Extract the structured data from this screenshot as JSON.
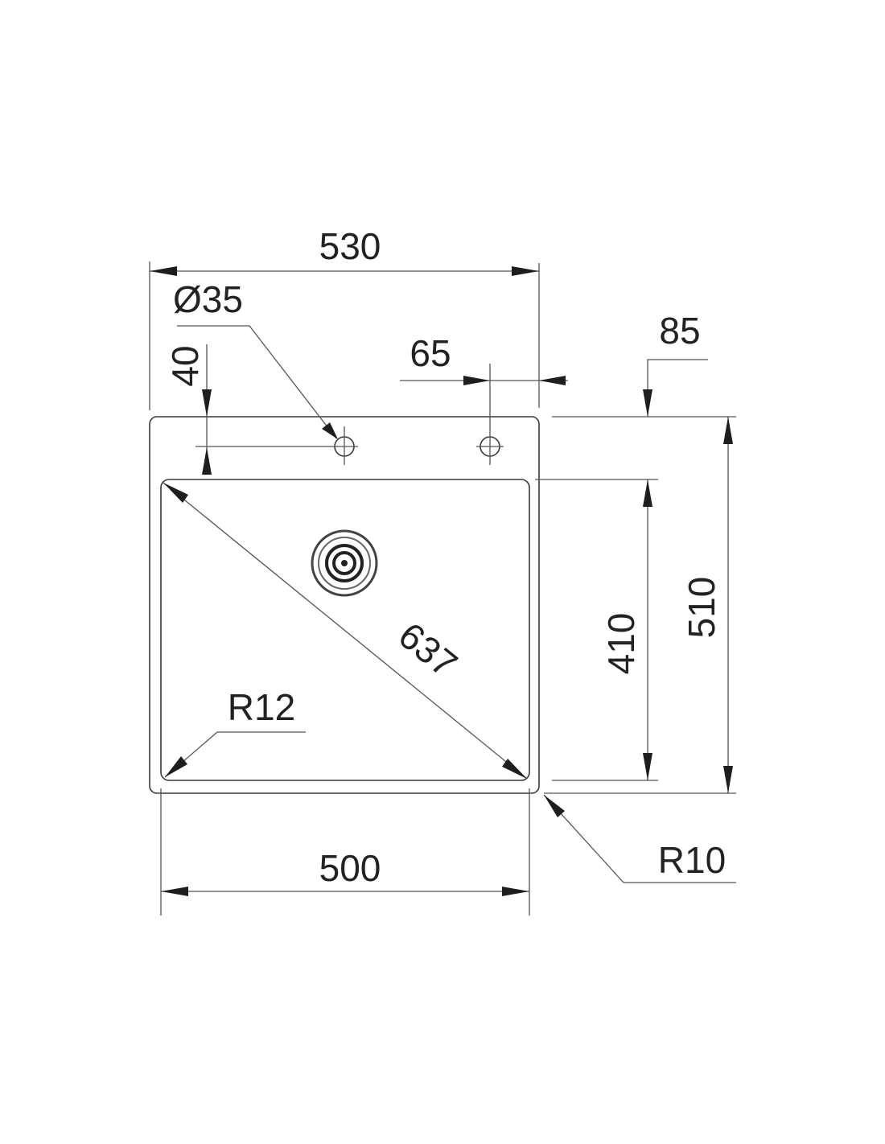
{
  "drawing": {
    "title": "Sink dimensions drawing",
    "labels": {
      "width_overall": "530",
      "tap_hole_diameter": "Ø35",
      "tap_hole_offset_top": "40",
      "tap_hole_offset_side": "65",
      "rim_to_bowl": "85",
      "bowl_depth_length": "410",
      "depth_overall": "510",
      "diagonal": "637",
      "bowl_radius": "R12",
      "bowl_width": "500",
      "outer_radius": "R10"
    },
    "line_color": "#3a3a3a",
    "text_color": "#222222"
  }
}
